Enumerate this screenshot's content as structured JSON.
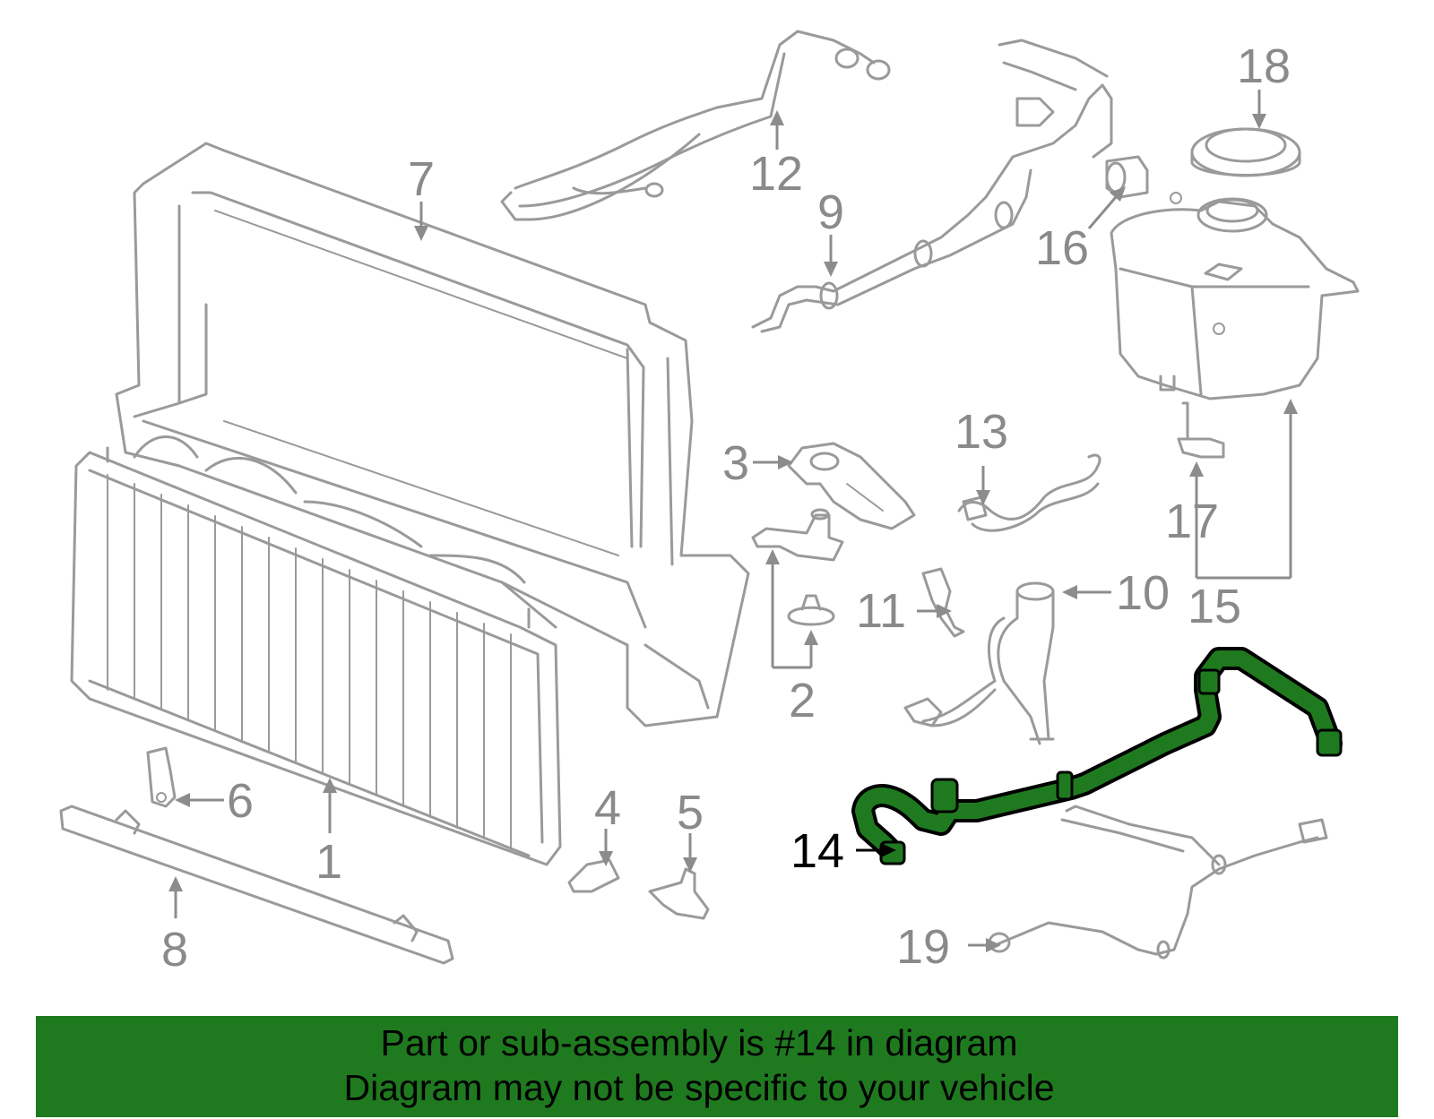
{
  "callouts": {
    "c1": "1",
    "c2": "2",
    "c3": "3",
    "c4": "4",
    "c5": "5",
    "c6": "6",
    "c7": "7",
    "c8": "8",
    "c9": "9",
    "c10": "10",
    "c11": "11",
    "c12": "12",
    "c13": "13",
    "c14": "14",
    "c15": "15",
    "c16": "16",
    "c17": "17",
    "c18": "18",
    "c19": "19"
  },
  "highlighted_part": "14",
  "colors": {
    "highlight": "#1f7a1f",
    "part_lines": "#9a9a9a",
    "banner": "#1f7a1f"
  },
  "banner": {
    "line1": "Part or sub-assembly is #14 in diagram",
    "line2": "Diagram may not be specific to your vehicle"
  }
}
